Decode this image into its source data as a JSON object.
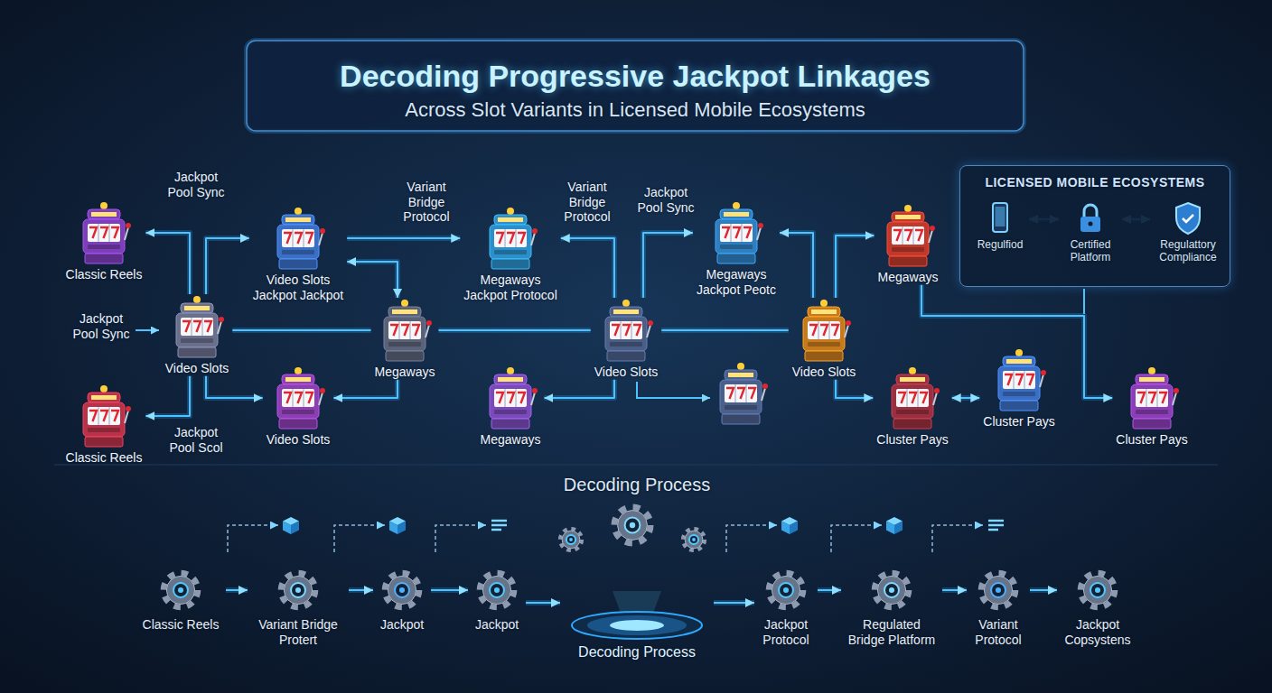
{
  "diagram": {
    "title": "Decoding Progressive Jackpot Linkages",
    "nodes": [
      {
        "text": [
          "Classic Reels"
        ]
      },
      {
        "text": [
          "Classic Reels"
        ]
      },
      {
        "text": [
          "Video Slots"
        ]
      },
      {
        "text": [
          "Video Slots",
          "Jackpot Jackpot"
        ]
      },
      {
        "text": [
          "Video Slots"
        ]
      },
      {
        "text": [
          "Megaways",
          "Jackpot Protocol"
        ]
      },
      {
        "text": [
          "Megaways"
        ]
      },
      {
        "text": [
          "Megaways"
        ]
      },
      {
        "text": [
          "Video Slots"
        ]
      },
      {
        "text": [
          "Megaways",
          "Jackpot Peotc"
        ]
      },
      {
        "text": [
          "Video Slots"
        ]
      },
      {
        "text": [
          "Megaways"
        ]
      },
      {
        "text": [
          "Cluster Pays"
        ]
      },
      {
        "text": [
          "Cluster Pays"
        ]
      },
      {
        "text": [
          "Cluster Pays"
        ]
      },
      {
        "text": [
          "LICENSED MOBILE ECOSYSTEMS"
        ]
      },
      {
        "text": [
          "Regulfiod"
        ],
        "in": 15
      },
      {
        "text": [
          "Certified Platform"
        ],
        "in": 15
      },
      {
        "text": [
          "Regulattory Compliance"
        ],
        "in": 15
      },
      {
        "text": [
          "Classic Reels"
        ]
      },
      {
        "text": [
          "Variant Bridge Protert"
        ]
      },
      {
        "text": [
          "Jackpot"
        ]
      },
      {
        "text": [
          "Jackpot"
        ]
      },
      {
        "text": [
          "Decoding Process"
        ]
      },
      {
        "text": [
          "Jackpot Protocol"
        ]
      },
      {
        "text": [
          "Regulated Bridge Platform"
        ]
      },
      {
        "text": [
          "Variant Protocol"
        ]
      },
      {
        "text": [
          "Jackpot Copsystens"
        ]
      }
    ],
    "edges": [
      {
        "from": 2,
        "to": 0,
        "arrow": "to"
      },
      {
        "from": 2,
        "to": 3,
        "arrow": "to"
      },
      {
        "from": 2,
        "to": 1,
        "arrow": "to"
      },
      {
        "from": 2,
        "to": 4,
        "arrow": "to"
      },
      {
        "from": 2,
        "to": 6,
        "arrow": "none"
      },
      {
        "from": 3,
        "to": 5,
        "arrow": "to"
      },
      {
        "from": 3,
        "to": 6,
        "arrow": "both"
      },
      {
        "from": 6,
        "to": 4,
        "arrow": "to"
      },
      {
        "from": 6,
        "to": 8,
        "arrow": "none"
      },
      {
        "from": 8,
        "to": 5,
        "arrow": "to"
      },
      {
        "from": 8,
        "to": 9,
        "arrow": "to"
      },
      {
        "from": 8,
        "to": 7,
        "arrow": "to"
      },
      {
        "from": 8,
        "to": 10,
        "arrow": "none"
      },
      {
        "from": 10,
        "to": 9,
        "arrow": "to"
      },
      {
        "from": 10,
        "to": 11,
        "arrow": "to"
      },
      {
        "from": 10,
        "to": 12,
        "arrow": "to"
      },
      {
        "from": 12,
        "to": 13,
        "arrow": "both"
      },
      {
        "from": 11,
        "to": 14,
        "arrow": "to"
      },
      {
        "from": 16,
        "to": 17,
        "arrow": "both"
      },
      {
        "from": 17,
        "to": 18,
        "arrow": "both"
      },
      {
        "from": 19,
        "to": 20,
        "arrow": "to"
      },
      {
        "from": 20,
        "to": 21,
        "arrow": "to"
      },
      {
        "from": 21,
        "to": 22,
        "arrow": "to"
      },
      {
        "from": 22,
        "to": 23,
        "arrow": "to"
      },
      {
        "from": 23,
        "to": 24,
        "arrow": "to"
      },
      {
        "from": 24,
        "to": 25,
        "arrow": "to"
      },
      {
        "from": 25,
        "to": 26,
        "arrow": "to"
      },
      {
        "from": 26,
        "to": 27,
        "arrow": "to"
      }
    ],
    "labels": [
      "Across Slot Variants in Licensed Mobile Ecosystems",
      "Jackpot Pool Sync",
      "Jackpot Pool Sync",
      "Jackpot Pool Scol",
      "Variant Bridge Protocol",
      "Variant Bridge Protocol",
      "Jackpot Pool Sync",
      "Decoding Process"
    ]
  }
}
